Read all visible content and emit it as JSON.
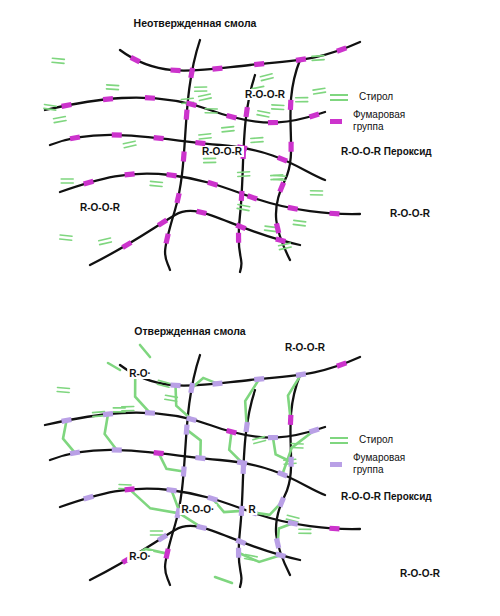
{
  "diagram": {
    "labels": [
      "Неотвержденная смола",
      "R-O-O-R",
      "R-O-O-R",
      "R-O-O-R",
      "R-O-O-R",
      "Отвержденная смола",
      "R-O-O-R",
      "R-O·",
      "R-O-O·",
      "R",
      "R-O·",
      "R-O-O-R"
    ],
    "legend": [
      {
        "text": "Стирол",
        "color": "#7fd67f"
      },
      {
        "text": "Фумаровая группа",
        "color": "#cc33cc"
      },
      {
        "text": "R-O-O-R Пероксид"
      },
      {
        "text": "Стирол",
        "color": "#7fd67f"
      },
      {
        "text": "Фумаровая группа",
        "color": "#b9a0e6"
      },
      {
        "text": "R-O-O-R Пероксид"
      }
    ]
  }
}
